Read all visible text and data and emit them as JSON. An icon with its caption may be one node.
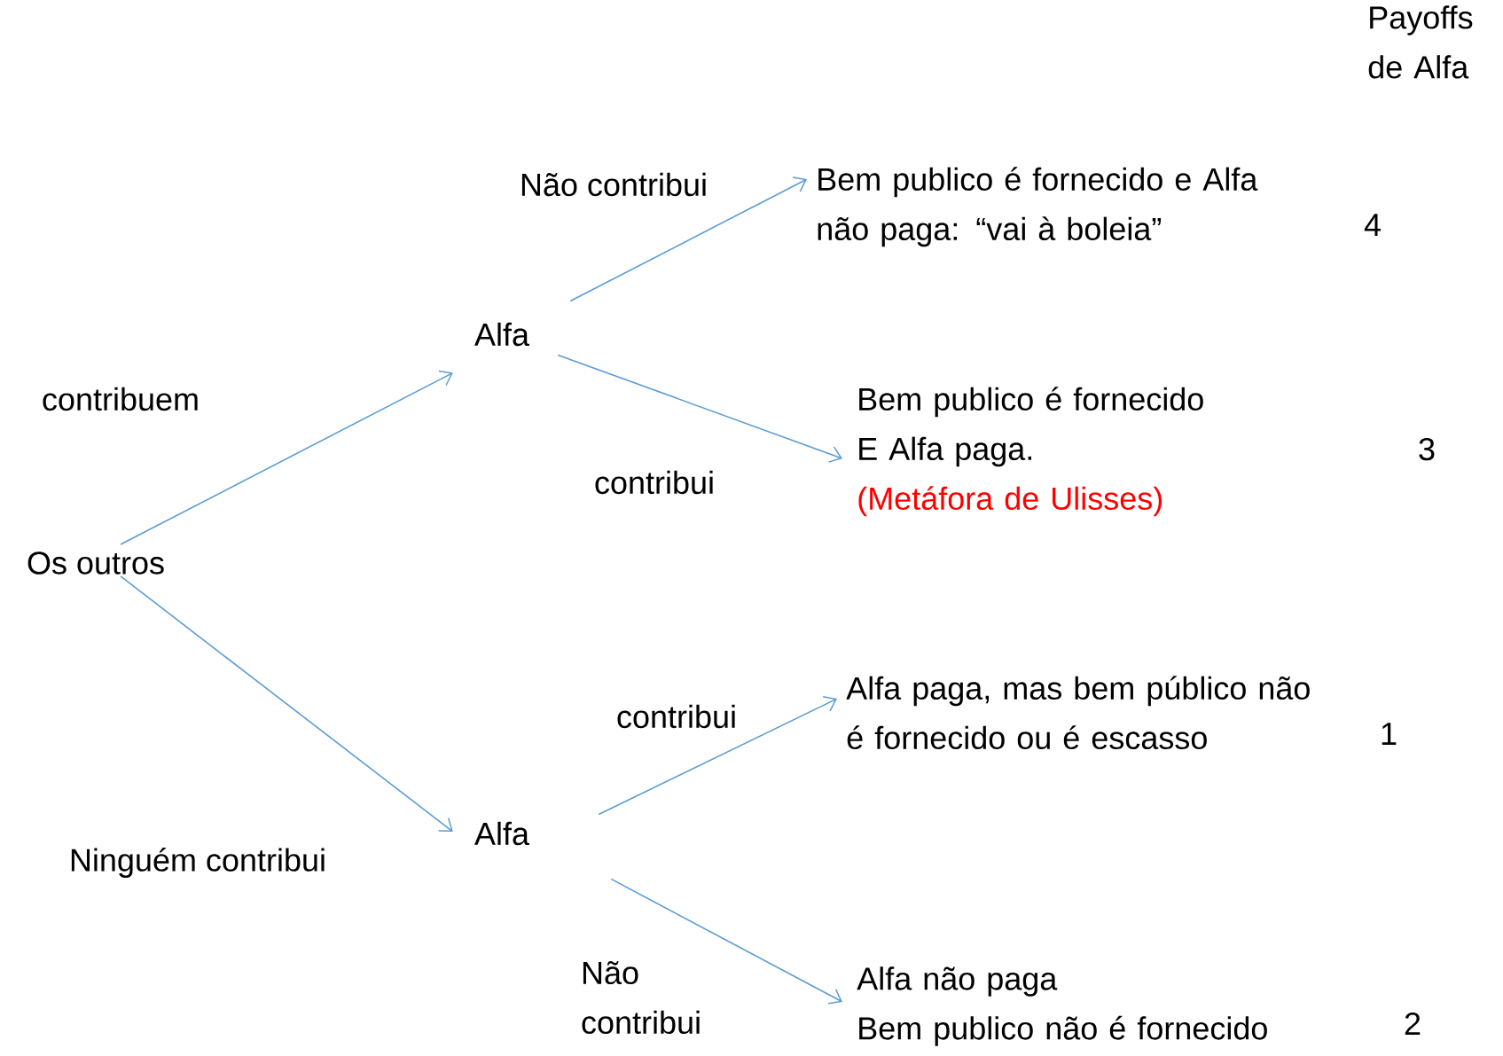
{
  "diagram": {
    "nodes": [
      {
        "text": [
          "Os outros"
        ]
      },
      {
        "text": [
          "Alfa"
        ]
      },
      {
        "text": [
          "Alfa"
        ]
      },
      {
        "text": [
          "Bem publico é fornecido e Alfa não paga: “vai à boleia”"
        ]
      },
      {
        "text": [
          "Bem publico é fornecido",
          "E Alfa paga.",
          "(Metáfora de Ulisses)"
        ]
      },
      {
        "text": [
          "Alfa paga, mas bem público não é fornecido ou é escasso"
        ]
      },
      {
        "text": [
          "Alfa não paga",
          "Bem publico não é fornecido"
        ]
      }
    ],
    "edges": [
      {
        "from": 0,
        "to": 1,
        "arrow": "to",
        "label": "contribuem"
      },
      {
        "from": 0,
        "to": 2,
        "arrow": "to",
        "label": "Ninguém contribui"
      },
      {
        "from": 1,
        "to": 3,
        "arrow": "to",
        "label": "Não contribui"
      },
      {
        "from": 1,
        "to": 4,
        "arrow": "to",
        "label": "contribui"
      },
      {
        "from": 2,
        "to": 5,
        "arrow": "to",
        "label": "contribui"
      },
      {
        "from": 2,
        "to": 6,
        "arrow": "to",
        "label": "Não contribui"
      }
    ],
    "labels": [
      "Payoffs de Alfa",
      "4",
      "3",
      "1",
      "2"
    ]
  }
}
